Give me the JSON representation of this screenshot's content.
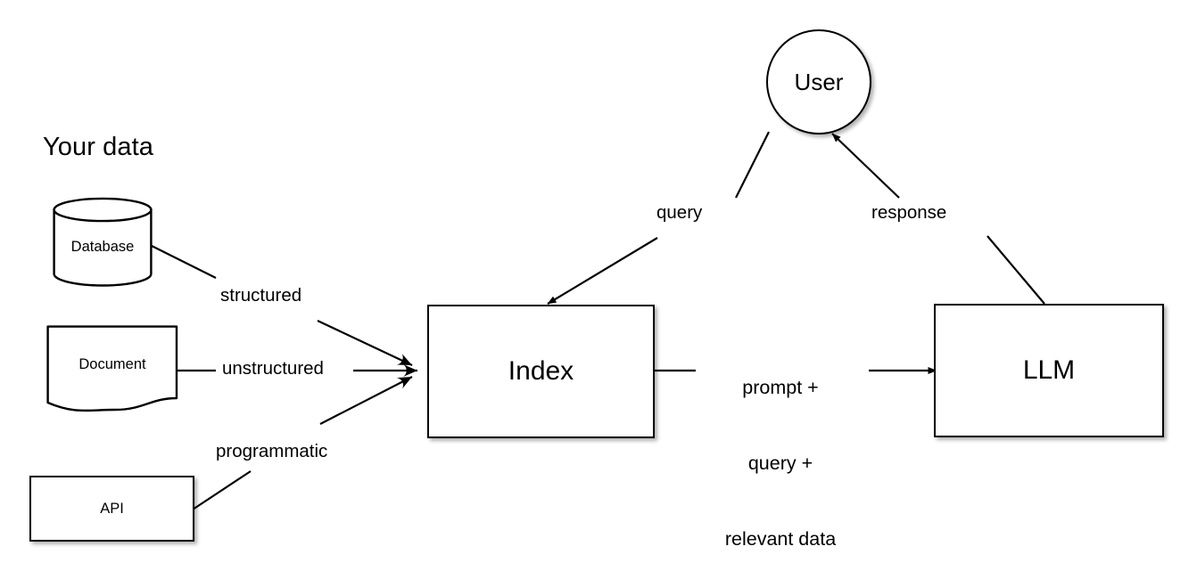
{
  "diagram": {
    "title": "Your data",
    "background_color": "#ffffff",
    "stroke_color": "#000000",
    "type": "flow-diagram",
    "nodes": {
      "database": {
        "label": "Database",
        "shape": "cylinder"
      },
      "document": {
        "label": "Document",
        "shape": "document"
      },
      "api": {
        "label": "API",
        "shape": "rectangle"
      },
      "index": {
        "label": "Index",
        "shape": "rectangle"
      },
      "llm": {
        "label": "LLM",
        "shape": "rectangle"
      },
      "user": {
        "label": "User",
        "shape": "circle"
      }
    },
    "edges": {
      "structured": "structured",
      "unstructured": "unstructured",
      "programmatic": "programmatic",
      "query": "query",
      "response": "response",
      "prompt_line_1": "prompt +",
      "prompt_line_2": "query +",
      "prompt_line_3": "relevant data"
    }
  }
}
